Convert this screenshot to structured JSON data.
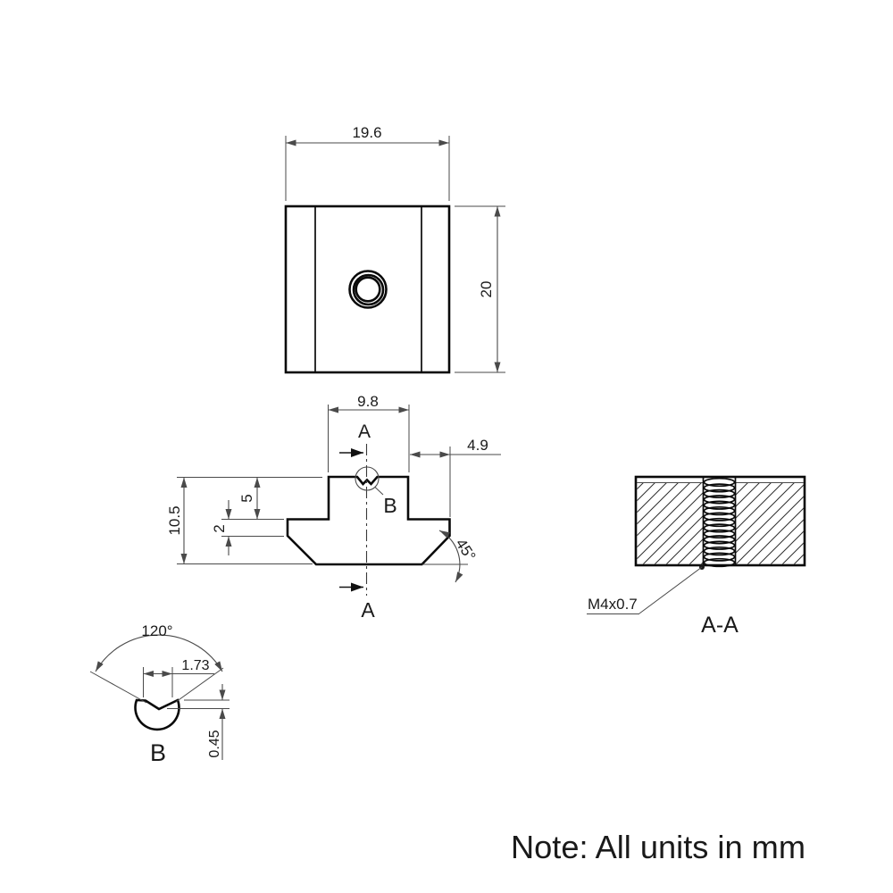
{
  "colors": {
    "object_line": "#0a0a0a",
    "dimension_line": "#4a4a4a",
    "text": "#1a1a1a",
    "background": "#ffffff"
  },
  "note": {
    "text": "Note: All units in mm"
  },
  "top_view": {
    "width_dim": "19.6",
    "height_dim": "20"
  },
  "front_view": {
    "slot_width_dim": "9.8",
    "side_width_dim": "4.9",
    "height_dim": "10.5",
    "neck_height_dim": "5",
    "lip_height_dim": "2",
    "chamfer_angle_dim": "45°",
    "section_marker_top": "A",
    "section_marker_bottom": "A",
    "detail_marker": "B"
  },
  "detail_b": {
    "label": "B",
    "angle_dim": "120°",
    "width_dim": "1.73",
    "depth_dim": "0.45"
  },
  "section_aa": {
    "label": "A-A",
    "thread_callout": "M4x0.7"
  }
}
